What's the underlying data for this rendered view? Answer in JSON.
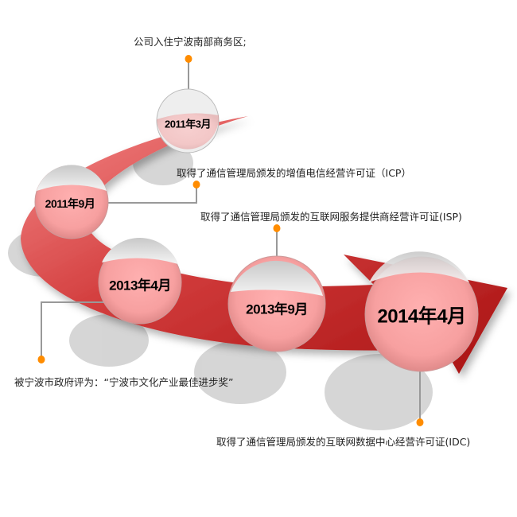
{
  "colors": {
    "arrow_dark": "#b01818",
    "arrow_light": "#f08080",
    "dot": "#ff8c00",
    "line": "#999999",
    "bubble": "#ffa8a8"
  },
  "milestones": [
    {
      "date": "2011年3月",
      "text": "公司入住宁波南部商务区;"
    },
    {
      "date": "2011年9月",
      "text": "取得了通信管理局颁发的增值电信经营许可证（ICP）"
    },
    {
      "date": "2013年4月",
      "text": "被宁波市政府评为：“宁波市文化产业最佳进步奖”"
    },
    {
      "date": "2013年9月",
      "text": "取得了通信管理局颁发的互联网服务提供商经营许可证(ISP)"
    },
    {
      "date": "2014年4月",
      "text": "取得了通信管理局颁发的互联网数据中心经营许可证(IDC)"
    }
  ]
}
